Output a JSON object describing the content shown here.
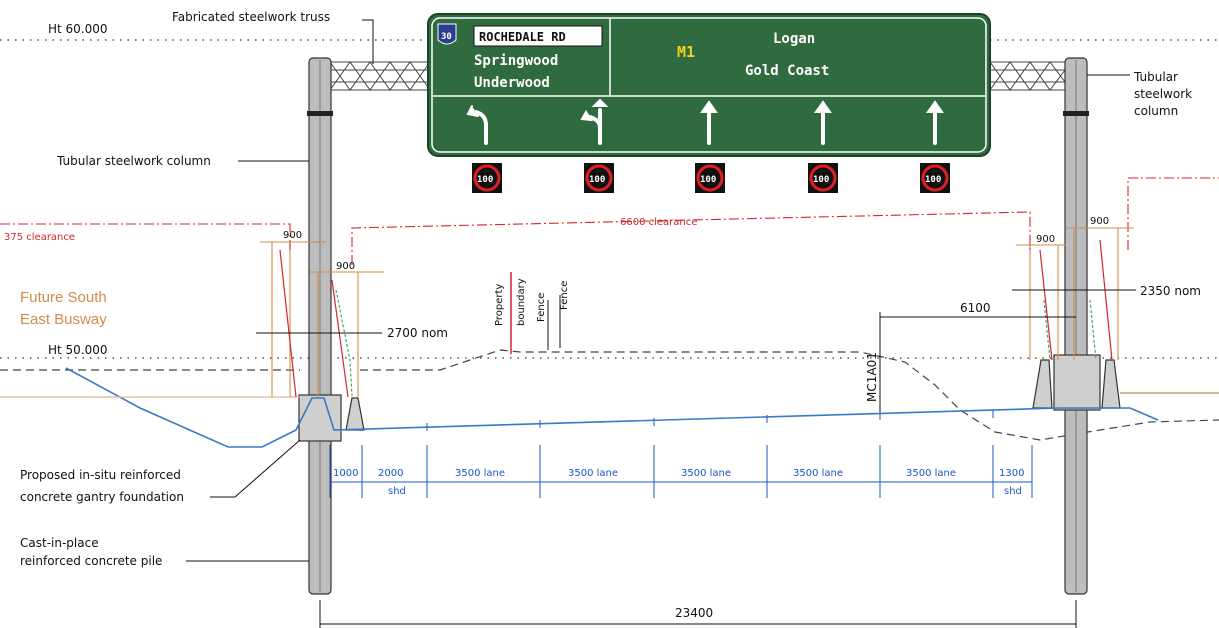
{
  "labels": {
    "ht_top": "Ht 60.000",
    "ht_mid": "Ht 50.000",
    "truss": "Fabricated steelwork truss",
    "column_left": "Tubular steelwork column",
    "column_right_1": "Tubular",
    "column_right_2": "steelwork",
    "column_right_3": "column",
    "busway_1": "Future South",
    "busway_2": "East Busway",
    "foundation_1": "Proposed in-situ reinforced",
    "foundation_2": "concrete gantry foundation",
    "pile_1": "Cast-in-place",
    "pile_2": "reinforced concrete pile",
    "property_1": "Property",
    "property_2": "boundary",
    "fence_1": "Fence",
    "fence_2": "Fence",
    "marker": "MC1A01"
  },
  "dimensions": {
    "clearance_left": "375 clearance",
    "clearance_main": "6600 clearance",
    "nom_left": "2700 nom",
    "nom_right": "2350 nom",
    "dim_900_a": "900",
    "dim_900_b": "900",
    "dim_900_c": "900",
    "dim_900_d": "900",
    "dim_6100": "6100",
    "overall": "23400",
    "lanes": [
      {
        "value": "1000",
        "sub": ""
      },
      {
        "value": "2000",
        "sub": "shd"
      },
      {
        "value": "3500 lane",
        "sub": ""
      },
      {
        "value": "3500 lane",
        "sub": ""
      },
      {
        "value": "3500 lane",
        "sub": ""
      },
      {
        "value": "3500 lane",
        "sub": ""
      },
      {
        "value": "3500 lane",
        "sub": ""
      },
      {
        "value": "1300",
        "sub": "shd"
      }
    ]
  },
  "sign": {
    "route_shield": "30",
    "road_name": "ROCHEDALE RD",
    "dest_left_1": "Springwood",
    "dest_left_2": "Underwood",
    "motorway": "M1",
    "dest_right_1": "Logan",
    "dest_right_2": "Gold Coast",
    "lane_signal": "100"
  },
  "colors": {
    "sign_green": "#2f6b3e",
    "dim_blue": "#1a55c8",
    "clearance_red": "#d4262c",
    "busway_orange": "#d28b4a",
    "column_grey": "#b9b9b9"
  }
}
